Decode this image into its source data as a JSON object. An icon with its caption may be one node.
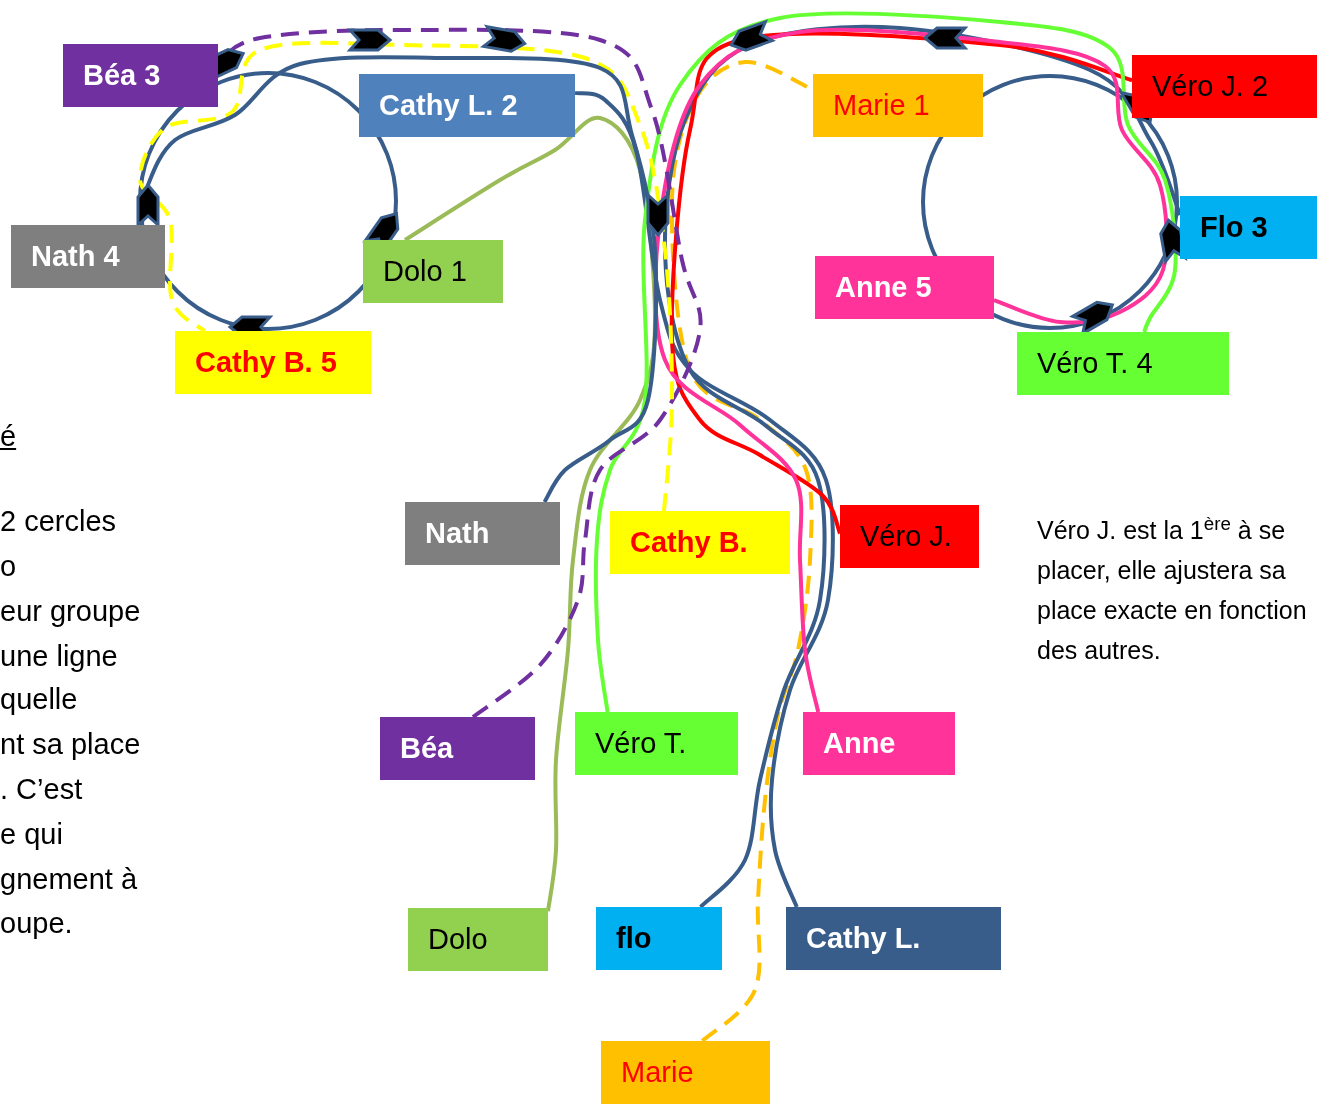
{
  "diagram": {
    "nodes": [
      {
        "text": [
          "Béa 3"
        ]
      },
      {
        "text": [
          "Cathy L. 2"
        ]
      },
      {
        "text": [
          "Nath 4"
        ]
      },
      {
        "text": [
          "Dolo 1"
        ]
      },
      {
        "text": [
          "Cathy B. 5"
        ]
      },
      {
        "text": [
          "Marie 1"
        ]
      },
      {
        "text": [
          "Véro J. 2"
        ]
      },
      {
        "text": [
          "Flo 3"
        ]
      },
      {
        "text": [
          "Anne 5"
        ]
      },
      {
        "text": [
          "Véro T. 4"
        ]
      },
      {
        "text": [
          "Nath"
        ]
      },
      {
        "text": [
          "Cathy B."
        ]
      },
      {
        "text": [
          "Véro J."
        ]
      },
      {
        "text": [
          "Béa"
        ]
      },
      {
        "text": [
          "Véro T."
        ]
      },
      {
        "text": [
          "Anne"
        ]
      },
      {
        "text": [
          "Dolo"
        ]
      },
      {
        "text": [
          "flo"
        ]
      },
      {
        "text": [
          "Cathy L."
        ]
      },
      {
        "text": [
          "Marie"
        ]
      }
    ],
    "edges": [
      {
        "from": 16,
        "to": 3,
        "arrow": "none",
        "color": "#9bbb59"
      },
      {
        "from": 19,
        "to": 5,
        "arrow": "none",
        "style": "dashed",
        "color": "#ffc000"
      },
      {
        "from": 18,
        "to": 1,
        "arrow": "none"
      },
      {
        "from": 17,
        "to": 7,
        "arrow": "none"
      },
      {
        "from": 12,
        "to": 6,
        "arrow": "none",
        "color": "#ff0000"
      },
      {
        "from": 14,
        "to": 9,
        "arrow": "none",
        "color": "#66ff33"
      },
      {
        "from": 15,
        "to": 8,
        "arrow": "none",
        "color": "#ff3399"
      },
      {
        "from": 13,
        "to": 0,
        "arrow": "none",
        "style": "dashed",
        "color": "#7030a0"
      },
      {
        "from": 11,
        "to": 4,
        "arrow": "none",
        "style": "dashed",
        "color": "#ffff00"
      },
      {
        "from": 10,
        "to": 2,
        "arrow": "none"
      }
    ],
    "labels": [
      "é",
      "2 cercles",
      "o",
      "eur groupe",
      "une ligne",
      "quelle",
      "nt sa place",
      ". C’est",
      "e qui",
      "gnement à",
      "oupe.",
      "Véro J. est la 1$^{ère}$ à se placer, elle ajustera sa place exacte en fonction des autres."
    ]
  }
}
